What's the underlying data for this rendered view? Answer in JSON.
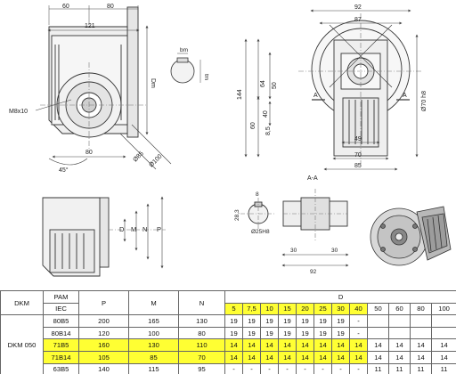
{
  "colors": {
    "highlight": "#ffff33",
    "line": "#333333",
    "dim": "#444444",
    "center": "#555555"
  },
  "front_view": {
    "dims": [
      "60",
      "80",
      "121",
      "Dm",
      "M8x10",
      "45°",
      "80",
      "Ø85",
      "Ø100"
    ],
    "keyway": [
      "bm",
      "tm"
    ]
  },
  "side_view": {
    "dims": [
      "92",
      "87",
      "64",
      "144",
      "50",
      "60",
      "40",
      "8,5",
      "49",
      "70",
      "85",
      "Ø70 h8",
      "A",
      "A",
      "A-A"
    ]
  },
  "shaft_view": {
    "dims": [
      "8",
      "28,3",
      "Ø25H8",
      "30",
      "30",
      "92"
    ]
  },
  "bottom_view": {
    "dims": [
      "D",
      "M",
      "N",
      "P"
    ]
  },
  "table": {
    "headers": {
      "dkm": "DKM",
      "pam": "PAM",
      "iec": "IEC",
      "p": "P",
      "m": "M",
      "n": "N",
      "d": "D",
      "d_cols": [
        "5",
        "7,5",
        "10",
        "15",
        "20",
        "25",
        "30",
        "40",
        "50",
        "60",
        "80",
        "100"
      ]
    },
    "model": "DKM 050",
    "rows": [
      {
        "iec": "80B5",
        "p": "200",
        "m": "165",
        "n": "130",
        "d": [
          "19",
          "19",
          "19",
          "19",
          "19",
          "19",
          "19",
          "-",
          "",
          "",
          "",
          ""
        ]
      },
      {
        "iec": "80B14",
        "p": "120",
        "m": "100",
        "n": "80",
        "d": [
          "19",
          "19",
          "19",
          "19",
          "19",
          "19",
          "19",
          "-",
          "",
          "",
          "",
          ""
        ]
      },
      {
        "iec": "71B5",
        "p": "160",
        "m": "130",
        "n": "110",
        "d": [
          "14",
          "14",
          "14",
          "14",
          "14",
          "14",
          "14",
          "14",
          "14",
          "14",
          "14",
          "14"
        ]
      },
      {
        "iec": "71B14",
        "p": "105",
        "m": "85",
        "n": "70",
        "d": [
          "14",
          "14",
          "14",
          "14",
          "14",
          "14",
          "14",
          "14",
          "14",
          "14",
          "14",
          "14"
        ]
      },
      {
        "iec": "63B5",
        "p": "140",
        "m": "115",
        "n": "95",
        "d": [
          "-",
          "-",
          "-",
          "-",
          "-",
          "-",
          "-",
          "-",
          "11",
          "11",
          "11",
          "11"
        ]
      }
    ]
  }
}
